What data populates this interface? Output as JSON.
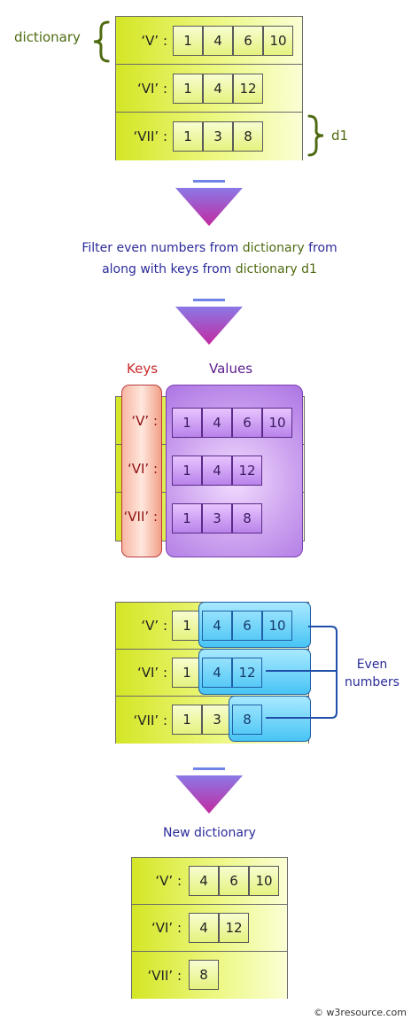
{
  "labels": {
    "dictionary": "dictionary",
    "d1": "d1",
    "caption_line1_a": "Filter even numbers from ",
    "caption_line1_b": "dictionary",
    "caption_line1_c": " from",
    "caption_line2_a": "along with keys from ",
    "caption_line2_b": "dictionary d1",
    "keys": "Keys",
    "values": "Values",
    "even_numbers_1": "Even",
    "even_numbers_2": "numbers",
    "new_dictionary": "New dictionary",
    "watermark": "© w3resource.com"
  },
  "dictionary": [
    {
      "key": "‘V’ :",
      "values": [
        "1",
        "4",
        "6",
        "10"
      ]
    },
    {
      "key": "‘VI’ :",
      "values": [
        "1",
        "4",
        "12"
      ]
    },
    {
      "key": "‘VII’ :",
      "values": [
        "1",
        "3",
        "8"
      ]
    }
  ],
  "keys_values": [
    {
      "key": "‘V’ :",
      "values": [
        "1",
        "4",
        "6",
        "10"
      ]
    },
    {
      "key": "‘VI’ :",
      "values": [
        "1",
        "4",
        "12"
      ]
    },
    {
      "key": "‘VII’ :",
      "values": [
        "1",
        "3",
        "8"
      ]
    }
  ],
  "even_highlight": [
    {
      "key": "‘V’ :",
      "odd": [
        "1"
      ],
      "even": [
        "4",
        "6",
        "10"
      ]
    },
    {
      "key": "‘VI’ :",
      "odd": [
        "1"
      ],
      "even": [
        "4",
        "12"
      ]
    },
    {
      "key": "‘VII’ :",
      "odd": [
        "1",
        "3"
      ],
      "even": [
        "8"
      ]
    }
  ],
  "new_dictionary": [
    {
      "key": "‘V’ :",
      "values": [
        "4",
        "6",
        "10"
      ]
    },
    {
      "key": "‘VI’ :",
      "values": [
        "4",
        "12"
      ]
    },
    {
      "key": "‘VII’ :",
      "values": [
        "8"
      ]
    }
  ],
  "colors": {
    "arrow_top": "#8b78e6",
    "arrow_bottom": "#c22aa0",
    "caption_blue": "#2b2b9a",
    "caption_green": "#4f6b12"
  }
}
